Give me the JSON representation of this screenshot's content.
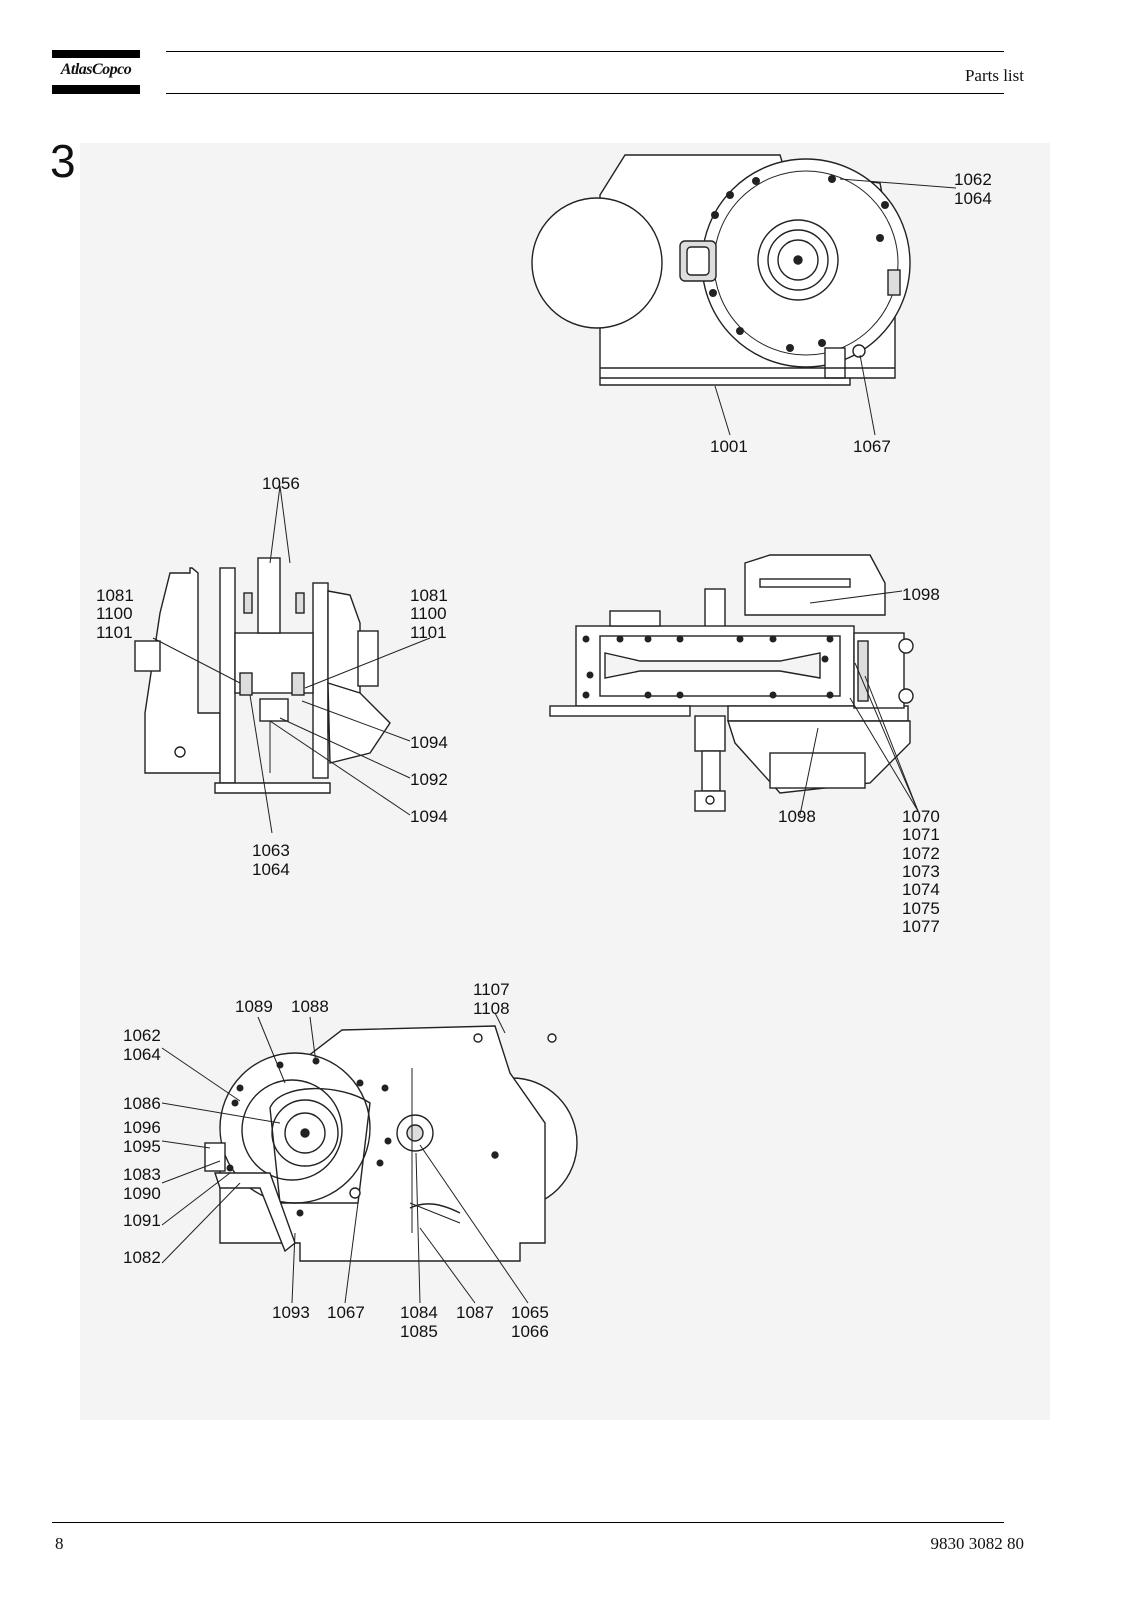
{
  "header": {
    "logo_text": "AtlasCopco",
    "title": "Parts list"
  },
  "section": {
    "number": "3"
  },
  "figure": {
    "views": [
      {
        "name": "view-top-right",
        "callouts": [
          "1062\n1064",
          "1001",
          "1067"
        ]
      },
      {
        "name": "view-middle-left",
        "callouts": [
          "1056",
          "1081\n1100\n1101",
          "1081\n1100\n1101",
          "1094",
          "1092",
          "1094",
          "1063\n1064"
        ]
      },
      {
        "name": "view-middle-right",
        "callouts": [
          "1098",
          "1098",
          "1070\n1071\n1072\n1073\n1074\n1075\n1077"
        ]
      },
      {
        "name": "view-bottom-left",
        "callouts": [
          "1107\n1108",
          "1089",
          "1088",
          "1062\n1064",
          "1086",
          "1096\n1095",
          "1083\n1090",
          "1091",
          "1082",
          "1093",
          "1067",
          "1084\n1085",
          "1087",
          "1065\n1066"
        ]
      }
    ]
  },
  "footer": {
    "page_number": "8",
    "doc_number": "9830 3082 80"
  }
}
